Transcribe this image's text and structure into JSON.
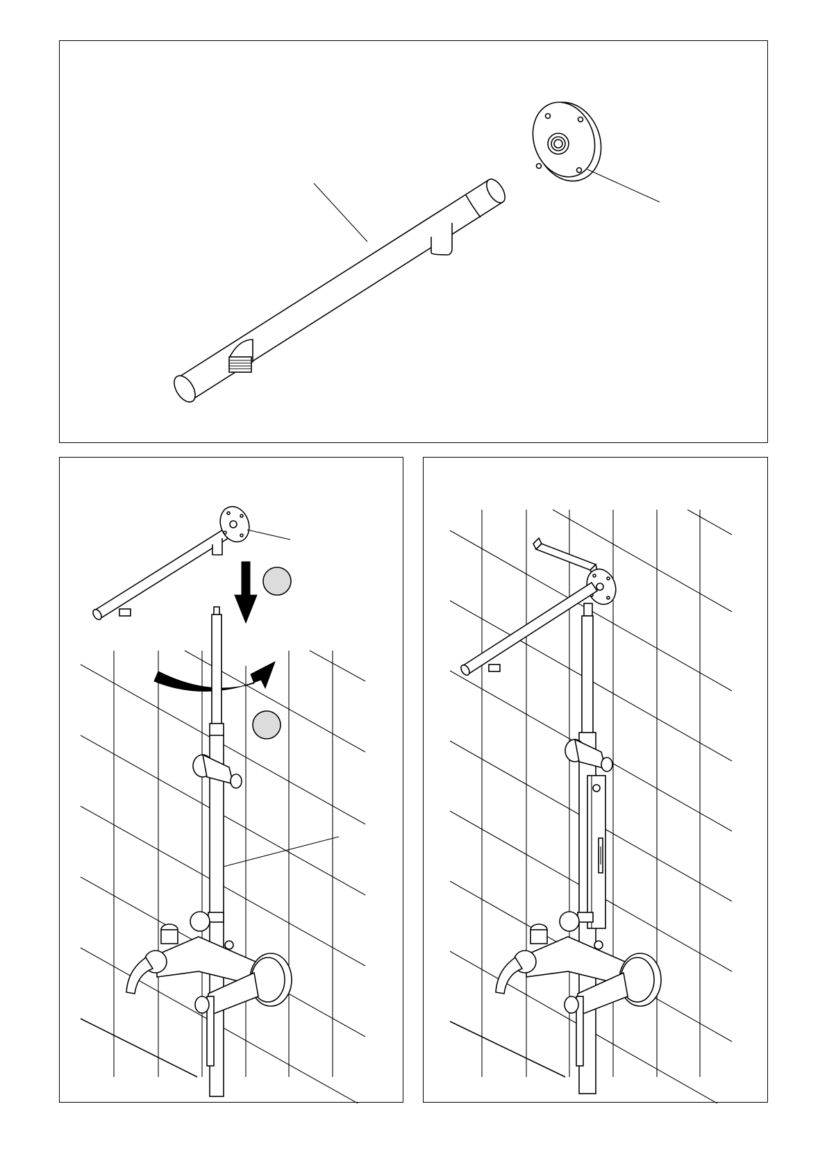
{
  "figure": {
    "top_panel": {
      "parts": [
        "shower-arm",
        "wall-flange"
      ]
    },
    "left_panel": {
      "steps": [
        {
          "marker": "step-1-circle",
          "arrow": "down-arrow"
        },
        {
          "marker": "step-2-circle",
          "arrow": "rotate-arrow"
        }
      ]
    },
    "right_panel": {
      "tools": [
        "hex-key",
        "spirit-level"
      ]
    },
    "colors": {
      "line": "#000000",
      "step_marker": "#dcdcdc",
      "background": "#ffffff"
    }
  }
}
